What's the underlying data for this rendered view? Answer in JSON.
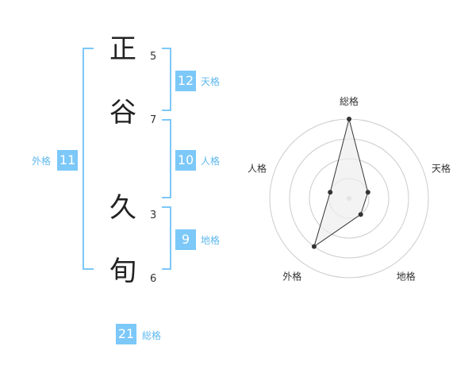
{
  "name_chars": [
    {
      "char": "正",
      "strokes": "5"
    },
    {
      "char": "谷",
      "strokes": "7"
    },
    {
      "char": "久",
      "strokes": "3"
    },
    {
      "char": "旬",
      "strokes": "6"
    }
  ],
  "fortune": {
    "tenkaku": {
      "value": "12",
      "label": "天格"
    },
    "jinkaku": {
      "value": "10",
      "label": "人格"
    },
    "chikaku": {
      "value": "9",
      "label": "地格"
    },
    "gaikaku": {
      "value": "11",
      "label": "外格"
    },
    "soukaku": {
      "value": "21",
      "label": "総格"
    }
  },
  "colors": {
    "accent": "#7cc8f8",
    "accent_text": "#5eb8ee",
    "radar_fill": "#eeeeee",
    "grid": "#cccccc"
  },
  "chart_data": {
    "type": "radar",
    "axes": [
      "総格",
      "天格",
      "地格",
      "外格",
      "人格"
    ],
    "rings": 4,
    "max": 4,
    "values": [
      4,
      1,
      1,
      3,
      1
    ],
    "grid": true,
    "legend": "none"
  }
}
